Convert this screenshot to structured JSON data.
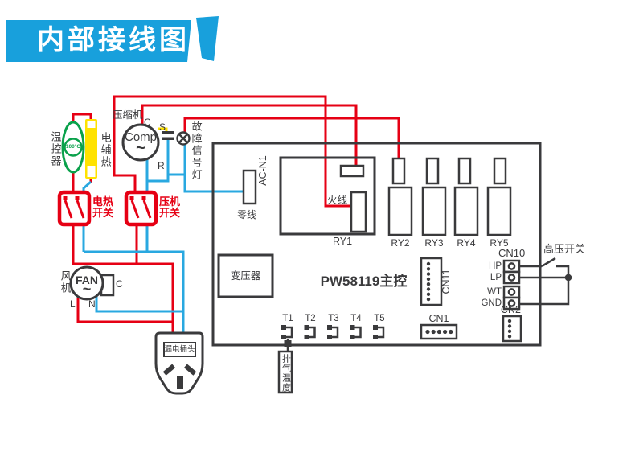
{
  "title": "内部接线图",
  "colors": {
    "banner_blue": "#18a0dc",
    "wire_red": "#e60014",
    "wire_blue": "#29a8e0",
    "wire_yellow": "#ffe200",
    "thermostat_green": "#0aa14b",
    "line_dark": "#3a3a3c"
  },
  "components": {
    "compressor": {
      "label": "压缩机",
      "text": "Comp",
      "wave": "~",
      "term_c": "C",
      "term_s": "S",
      "term_r": "R"
    },
    "fault_light": {
      "label": "故障信号灯"
    },
    "thermostat": {
      "label": "温控器",
      "rating": "100°C"
    },
    "aux_heater": {
      "label": "电辅热"
    },
    "heat_switch": {
      "line1": "电热",
      "line2": "开关"
    },
    "comp_switch": {
      "line1": "压机",
      "line2": "开关"
    },
    "fan": {
      "label": "风机",
      "text": "FAN",
      "wave": "~",
      "cap": "C",
      "term_l": "L",
      "term_n": "N"
    },
    "plug": {
      "label": "漏电插头"
    }
  },
  "board": {
    "name": "PW58119主控",
    "neutral": "零线",
    "ac_n1": "AC-N1",
    "live": "火线",
    "relays": [
      "RY1",
      "RY2",
      "RY3",
      "RY4",
      "RY5"
    ],
    "transformer": "变压器",
    "cn11": "CN11",
    "cn10": "CN10",
    "cn10_pins": [
      "HP",
      "LP",
      "WT",
      "GND"
    ],
    "cn2": "CN2",
    "cn1": "CN1",
    "terminals": [
      "T1",
      "T2",
      "T3",
      "T4",
      "T5"
    ],
    "exhaust": "排气温度"
  },
  "external": {
    "hp_switch": "高压开关"
  }
}
